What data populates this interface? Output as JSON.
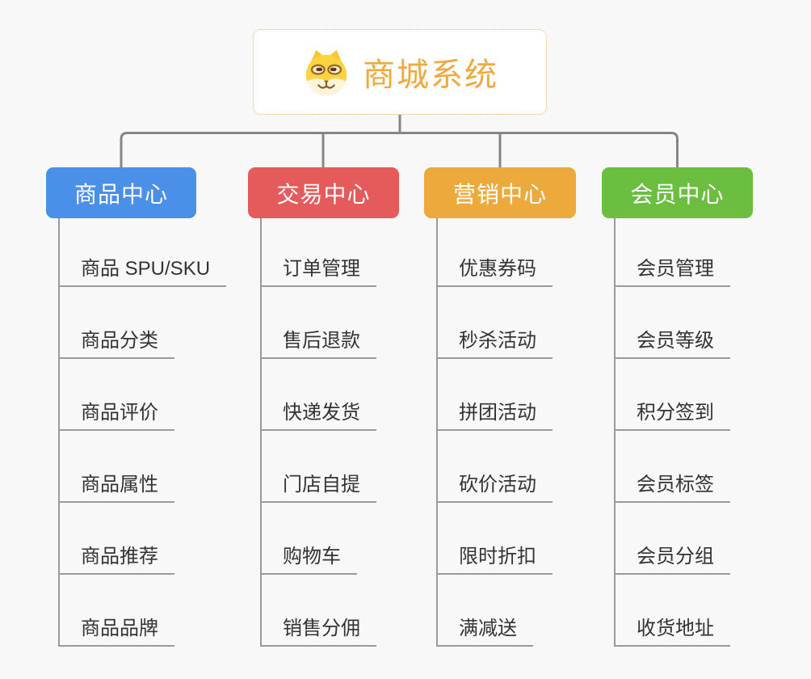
{
  "root": {
    "title": "商城系统",
    "icon": "shiba-dog-icon",
    "text_color": "#efa93f",
    "border_color": "#f0b257",
    "background": "#ffffff"
  },
  "branches": [
    {
      "label": "商品中心",
      "color": "#4a8fe8",
      "children": [
        "商品 SPU/SKU",
        "商品分类",
        "商品评价",
        "商品属性",
        "商品推荐",
        "商品品牌"
      ]
    },
    {
      "label": "交易中心",
      "color": "#e55b5b",
      "children": [
        "订单管理",
        "售后退款",
        "快递发货",
        "门店自提",
        "购物车",
        "销售分佣"
      ]
    },
    {
      "label": "营销中心",
      "color": "#ecaa3d",
      "children": [
        "优惠券码",
        "秒杀活动",
        "拼团活动",
        "砍价活动",
        "限时折扣",
        "满减送"
      ]
    },
    {
      "label": "会员中心",
      "color": "#6cbe40",
      "children": [
        "会员管理",
        "会员等级",
        "积分签到",
        "会员标签",
        "会员分组",
        "收货地址"
      ]
    }
  ],
  "styles": {
    "canvas_background": "#f8f8f8",
    "connector_color": "#868686",
    "child_line_color": "#9a9a9a",
    "child_text_color": "#333333"
  }
}
